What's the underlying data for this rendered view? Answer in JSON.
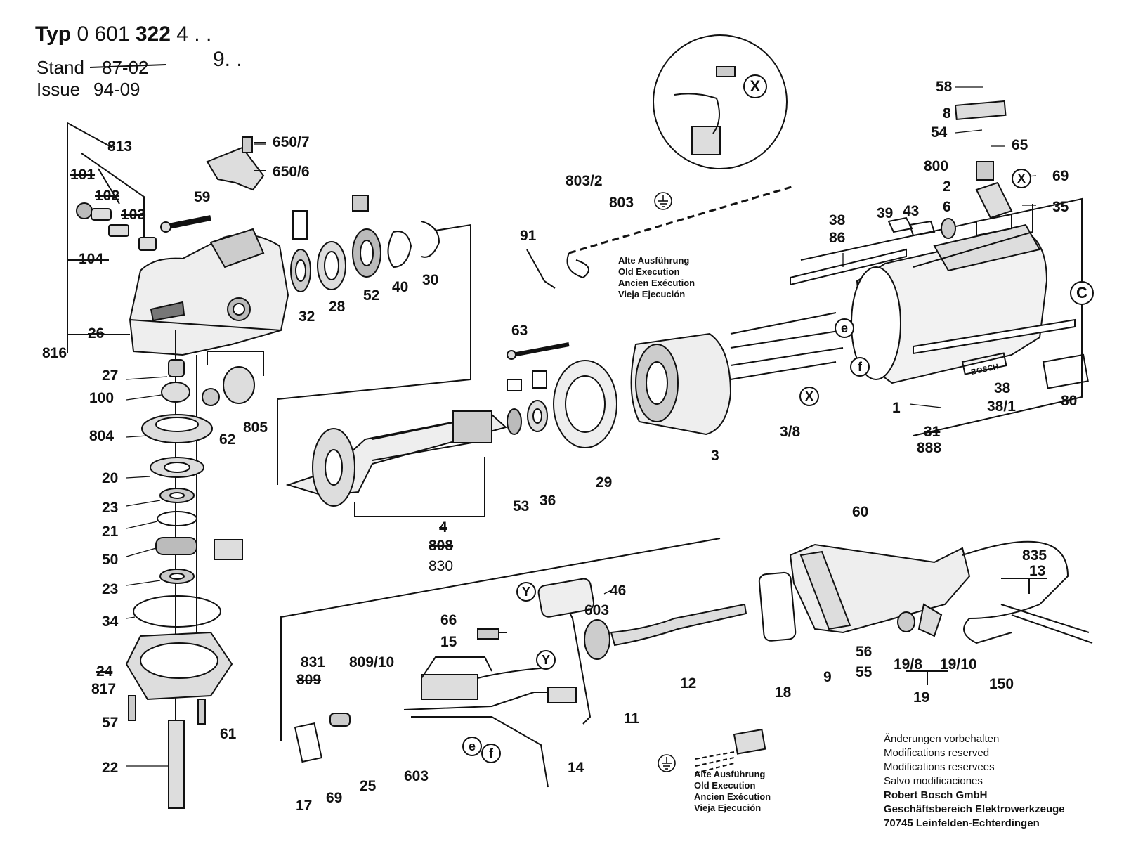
{
  "header": {
    "typ_prefix": "Typ",
    "typ_number": "0 601",
    "typ_number_bold": "322",
    "typ_suffix_1": "4 . .",
    "typ_suffix_2": "9. .",
    "stand_label": "Stand",
    "stand_value": "87-02",
    "issue_label": "Issue",
    "issue_value": "94-09"
  },
  "parts": {
    "p813": "813",
    "p101": "101",
    "p102": "102",
    "p103": "103",
    "p104": "104",
    "p26": "26",
    "p816": "816",
    "p650_7": "650/7",
    "p650_6": "650/6",
    "p59": "59",
    "p32": "32",
    "p28": "28",
    "p52": "52",
    "p40": "40",
    "p30": "30",
    "p27": "27",
    "p100": "100",
    "p804": "804",
    "p62": "62",
    "p805": "805",
    "p20": "20",
    "p23a": "23",
    "p21": "21",
    "p50": "50",
    "p23b": "23",
    "p34": "34",
    "p24": "24",
    "p817": "817",
    "p57": "57",
    "p61": "61",
    "p22": "22",
    "p803_2": "803/2",
    "p803": "803",
    "p91": "91",
    "p63": "63",
    "p29": "29",
    "p53": "53",
    "p36": "36",
    "p4": "4",
    "p808": "808",
    "p830": "830",
    "p3": "3",
    "p3_8": "3/8",
    "p58": "58",
    "p8": "8",
    "p54": "54",
    "p65": "65",
    "p800": "800",
    "p69a": "69",
    "p2": "2",
    "p6": "6",
    "p35": "35",
    "p39": "39",
    "p43": "43",
    "p38a": "38",
    "p86": "86",
    "p1": "1",
    "p38b": "38",
    "p38_1": "38/1",
    "p80": "80",
    "p31": "31",
    "p888": "888",
    "p60": "60",
    "p835": "835",
    "p13": "13",
    "p46": "46",
    "p66": "66",
    "p15": "15",
    "p603a": "603",
    "p831": "831",
    "p809_10": "809/10",
    "p809": "809",
    "p12": "12",
    "p18": "18",
    "p9": "9",
    "p56": "56",
    "p55": "55",
    "p19_8": "19/8",
    "p19_10": "19/10",
    "p19": "19",
    "p150": "150",
    "p11": "11",
    "p14": "14",
    "p603b": "603",
    "p17": "17",
    "p69b": "69",
    "p25": "25"
  },
  "markers": {
    "x": "X",
    "y": "Y",
    "e": "e",
    "f": "f",
    "c": "C"
  },
  "brand_plate": "BOSCH",
  "old_execution_note": {
    "de": "Alte Ausführung",
    "en": "Old Execution",
    "fr": "Ancien Exécution",
    "es": "Vieja Ejecución"
  },
  "footer": {
    "line1": "Änderungen vorbehalten",
    "line2": "Modifications reserved",
    "line3": "Modifications reservees",
    "line4": "Salvo modificaciones",
    "company": "Robert Bosch GmbH",
    "division": "Geschäftsbereich Elektrowerkzeuge",
    "address": "70745 Leinfelden-Echterdingen"
  }
}
